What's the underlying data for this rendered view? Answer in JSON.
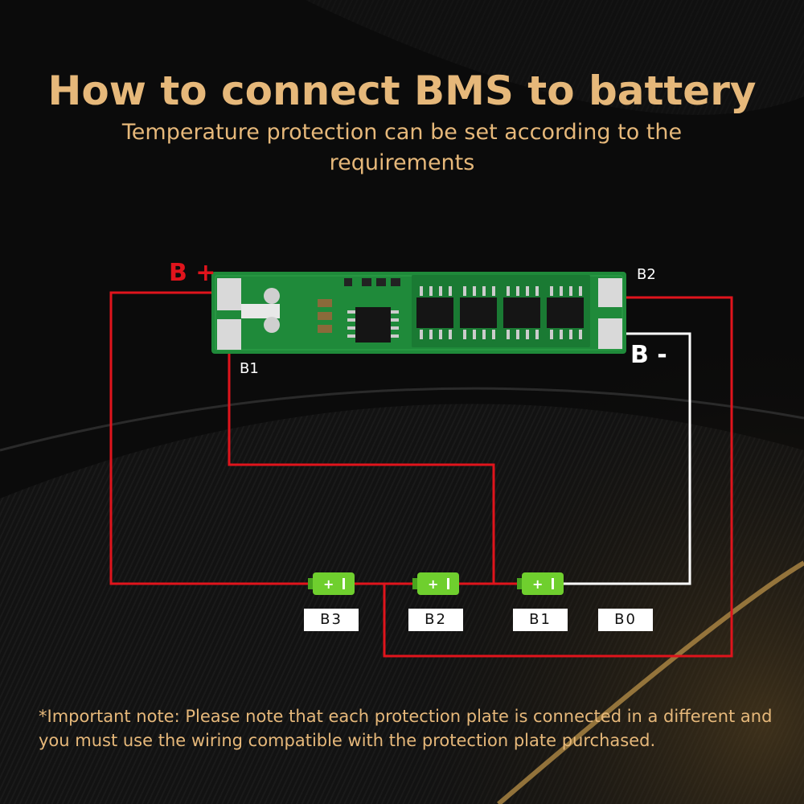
{
  "title": "How to connect BMS to battery",
  "subtitle": "Temperature protection can be set according to the requirements",
  "note": "*Important note: Please note that each protection plate is connected in a different and you must use the wiring compatible with the protection plate purchased.",
  "board": {
    "left_pad_label": "B1",
    "right_pad_label": "B2",
    "positive_label": "B +",
    "negative_label": "B -"
  },
  "cells": [
    {
      "label": "B3"
    },
    {
      "label": "B2"
    },
    {
      "label": "B1"
    },
    {
      "label": "B0"
    }
  ],
  "colors": {
    "text_gold": "#e6b87a",
    "wire_red": "#e0141c",
    "wire_white": "#ffffff",
    "pcb_green": "#1f8a3a",
    "battery_green": "#6fcf2e",
    "background": "#0b0b0b"
  }
}
